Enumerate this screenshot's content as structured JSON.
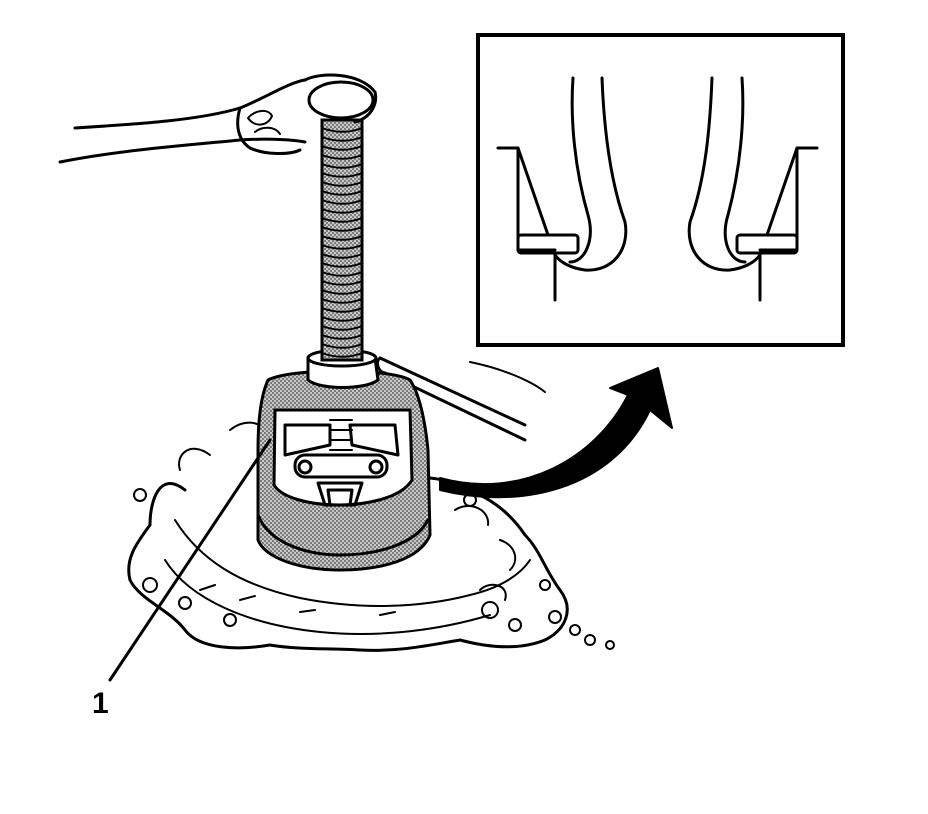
{
  "figure": {
    "callouts": [
      {
        "label": "1"
      }
    ],
    "colors": {
      "line": "#000000",
      "background": "#ffffff",
      "tool_fill": "#9a9a9a"
    },
    "parts": [
      "wrench",
      "threaded-screw",
      "puller-tool-body",
      "transmission-case",
      "detail-inset",
      "direction-arrow",
      "leader-line"
    ]
  }
}
